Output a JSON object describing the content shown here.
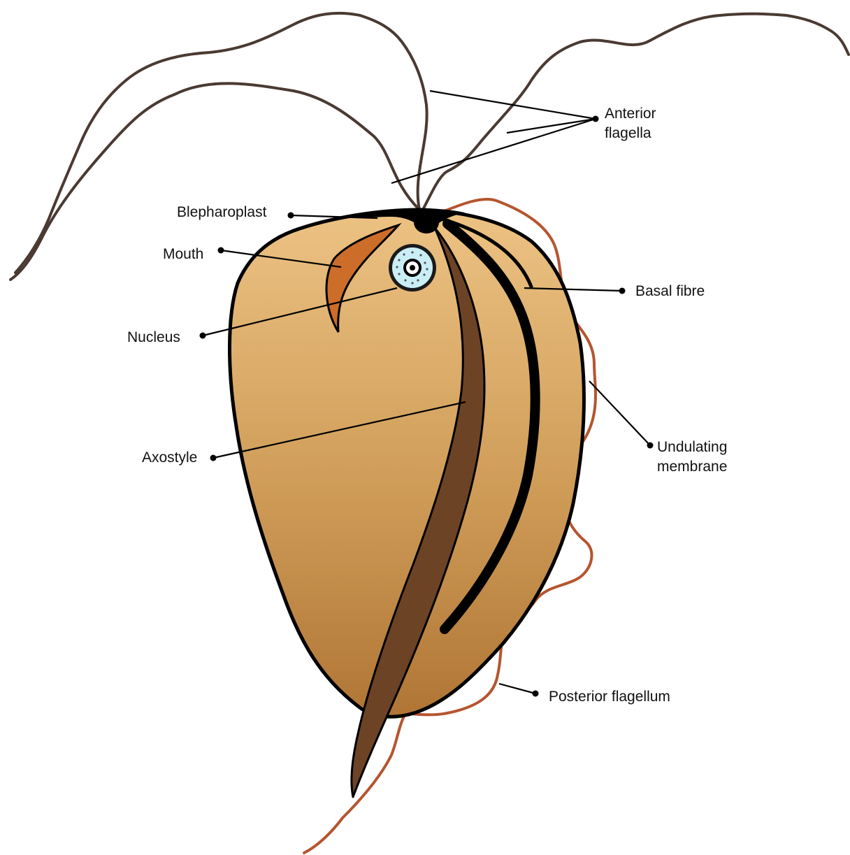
{
  "diagram": {
    "labels": {
      "anterior_flagella_line1": "Anterior",
      "anterior_flagella_line2": "flagella",
      "blepharoplast": "Blepharoplast",
      "mouth": "Mouth",
      "nucleus": "Nucleus",
      "basal_fibre": "Basal fibre",
      "axostyle": "Axostyle",
      "undulating_membrane_line1": "Undulating",
      "undulating_membrane_line2": "membrane",
      "posterior_flagellum": "Posterior flagellum"
    },
    "colors": {
      "body_light": "#e6b877",
      "body_dark": "#b57a35",
      "outline": "#000000",
      "flagella": "#4a3a32",
      "undulating_membrane": "#b5552f",
      "mouth": "#cc6d2a",
      "axostyle": "#6d4326",
      "nucleus_fill": "#c9eef6",
      "leader_line": "#000000"
    }
  }
}
